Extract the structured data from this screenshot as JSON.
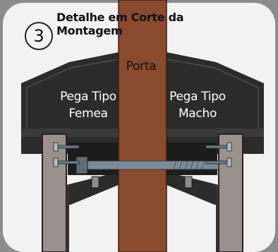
{
  "title": "Detalhe em Corte da Montagem",
  "step_number": "3",
  "labels": {
    "door": "Porta",
    "female_handle": [
      "Pega Tipo",
      "Femea"
    ],
    "male_handle": [
      "Pega Tipo",
      "Macho"
    ]
  },
  "colors": {
    "door": "#8a4a2e",
    "handle": "#2b2b2b",
    "panel": "#f2f2f2",
    "post": "#9a918c",
    "screw": "#7b8a96"
  }
}
